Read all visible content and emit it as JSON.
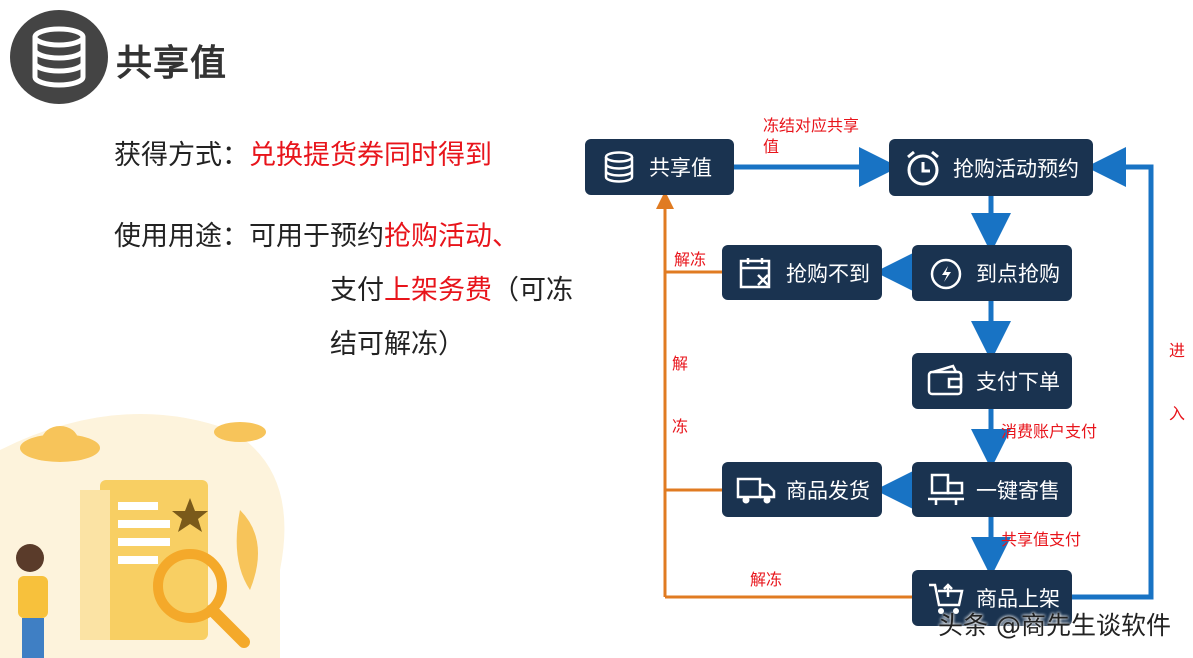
{
  "header": {
    "title": "共享值"
  },
  "info": {
    "method_label": "获得方式：",
    "method_value": "兑换提货券同时得到",
    "usage_label": "使用用途：",
    "usage_part1": "可用于预约",
    "usage_red1": "抢购活动、",
    "usage_part2": "支付",
    "usage_red2": "上架务费",
    "usage_part3": "（可冻",
    "usage_part4": "结可解冻）"
  },
  "flow": {
    "nodes": {
      "shared_value": "共享值",
      "reservation": "抢购活动预约",
      "not_grabbed": "抢购不到",
      "on_time_grab": "到点抢购",
      "pay_order": "支付下单",
      "ship_goods": "商品发货",
      "one_click_consign": "一键寄售",
      "goods_listing": "商品上架"
    },
    "edge_labels": {
      "freeze": "冻结对应共享值",
      "unfreeze_1": "解冻",
      "unfreeze_v1": "解",
      "unfreeze_v2": "冻",
      "consume_pay": "消费账户支付",
      "shared_pay": "共享值支付",
      "unfreeze_3": "解冻",
      "enter_1": "进",
      "enter_2": "入"
    },
    "colors": {
      "node": "#1a3350",
      "blue_arrow": "#1873c4",
      "orange_arrow": "#e07b22",
      "red_text": "#e8141b"
    }
  },
  "watermark": "头条 @商先生谈软件"
}
